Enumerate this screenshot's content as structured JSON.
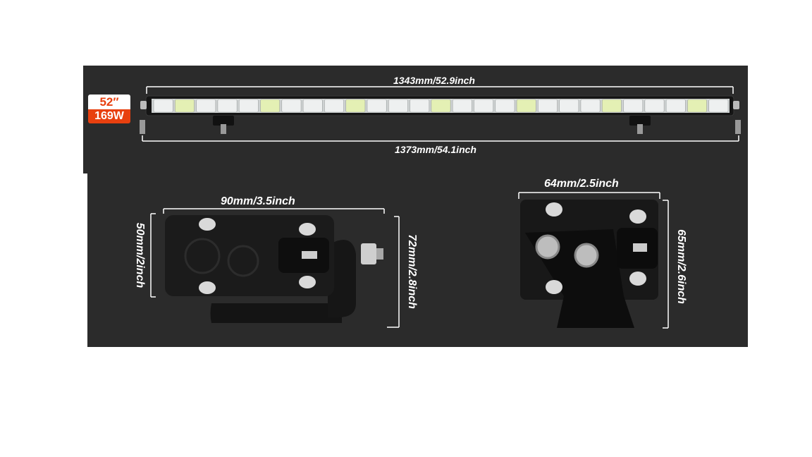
{
  "badge": {
    "size": "52″",
    "power": "169W"
  },
  "dimensions": {
    "bar_length_inner": "1343mm/52.9inch",
    "bar_length_outer": "1373mm/54.1inch",
    "side_width": "90mm/3.5inch",
    "side_height": "50mm/2inch",
    "side_total_height": "72mm/2.8inch",
    "end_width": "64mm/2.5inch",
    "end_height": "65mm/2.6inch"
  },
  "colors": {
    "background": "#2b2b2b",
    "badge_top": "#ffffff",
    "badge_bottom": "#e8400f",
    "badge_size_text": "#e8400f",
    "dimension_line": "#ffffff"
  }
}
